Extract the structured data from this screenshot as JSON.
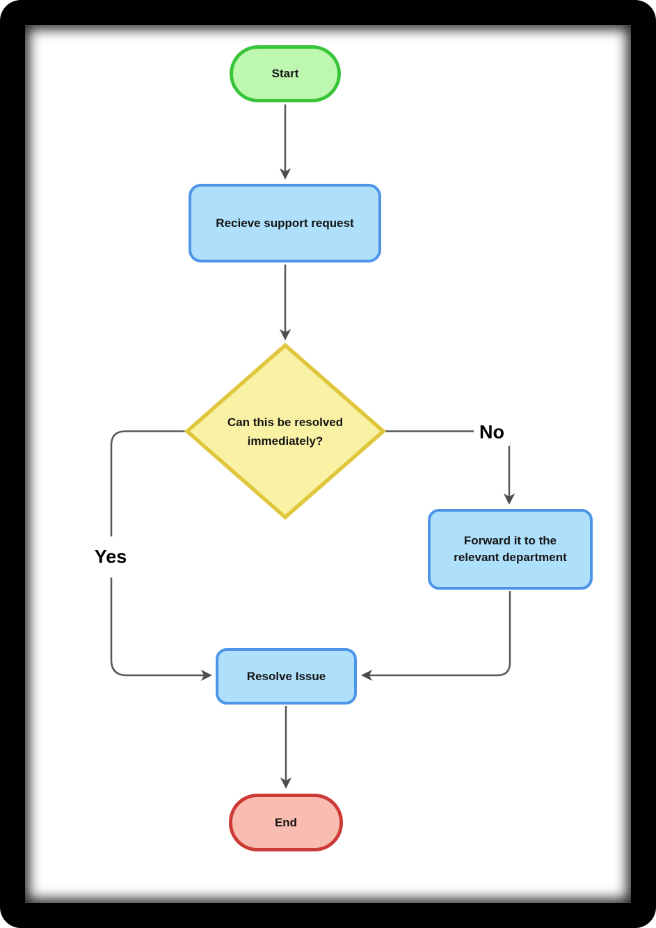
{
  "diagram": {
    "type": "flowchart",
    "nodes": [
      {
        "id": "start",
        "shape": "terminator",
        "label": "Start",
        "fill": "#bdf7b0",
        "border": "#38c438"
      },
      {
        "id": "receive",
        "shape": "process",
        "label": "Recieve support request",
        "fill": "#aedffb",
        "border": "#4e95e8"
      },
      {
        "id": "decision",
        "shape": "decision",
        "label": "Can this be resolved immediately?",
        "fill": "#f9f1a4",
        "border": "#dfc63c"
      },
      {
        "id": "forward",
        "shape": "process",
        "label": "Forward it to the relevant department",
        "fill": "#aedffb",
        "border": "#4e95e8"
      },
      {
        "id": "resolve",
        "shape": "process",
        "label": "Resolve Issue",
        "fill": "#aedffb",
        "border": "#4e95e8"
      },
      {
        "id": "end",
        "shape": "terminator",
        "label": "End",
        "fill": "#f9bcb0",
        "border": "#cc3a36"
      }
    ],
    "edges": [
      {
        "from": "start",
        "to": "receive",
        "label": ""
      },
      {
        "from": "receive",
        "to": "decision",
        "label": ""
      },
      {
        "from": "decision",
        "to": "forward",
        "label": "No"
      },
      {
        "from": "decision",
        "to": "resolve",
        "label": "Yes"
      },
      {
        "from": "forward",
        "to": "resolve",
        "label": ""
      },
      {
        "from": "resolve",
        "to": "end",
        "label": ""
      }
    ],
    "colors": {
      "connector": "#575757",
      "arrowhead": "#4d4d4d",
      "text": "#141414",
      "page_background": "#ffffff",
      "frame": "#000000"
    }
  }
}
